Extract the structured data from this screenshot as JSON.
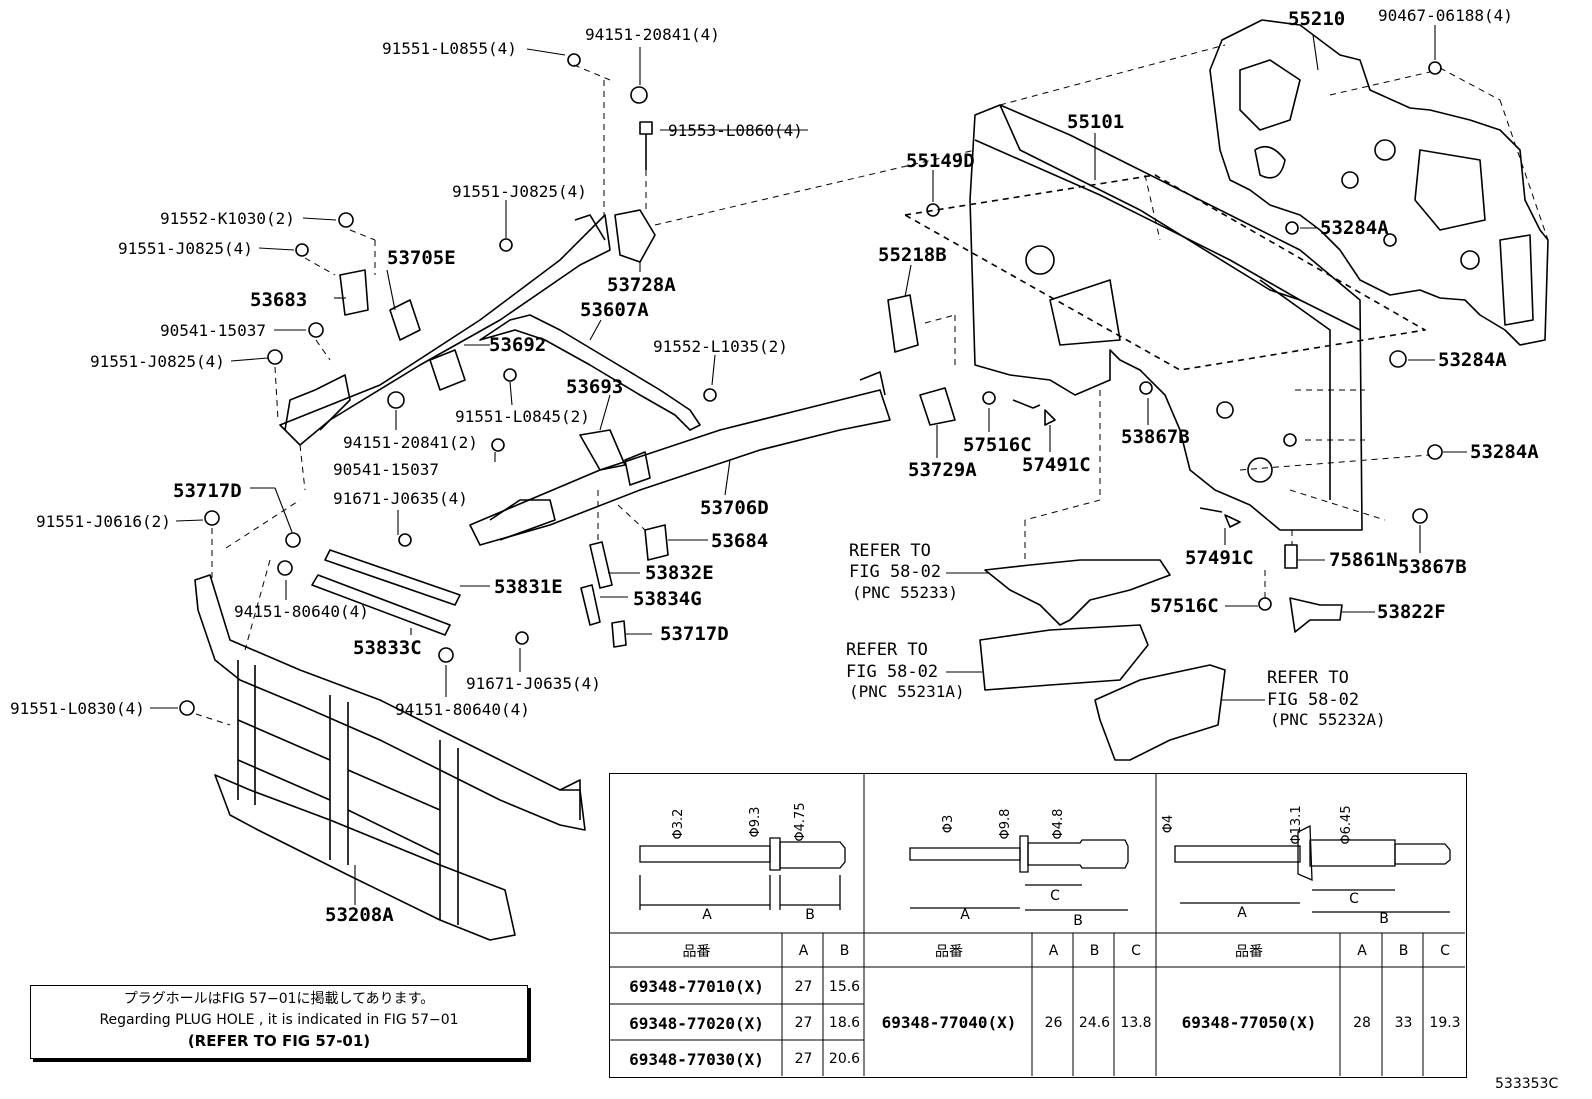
{
  "parts": {
    "p_91551_L0855": "91551-L0855(4)",
    "p_94151_20841_top": "94151-20841(4)",
    "p_91553_L0860": "91553-L0860(4)",
    "p_91551_J0825_a": "91551-J0825(4)",
    "p_91552_K1030": "91552-K1030(2)",
    "p_91551_J0825_b": "91551-J0825(4)",
    "p_53705E": "53705E",
    "p_53683": "53683",
    "p_90541_15037_a": "90541-15037",
    "p_91551_J0825_c": "91551-J0825(4)",
    "p_53728A": "53728A",
    "p_53607A": "53607A",
    "p_53692": "53692",
    "p_91552_L1035": "91552-L1035(2)",
    "p_53693": "53693",
    "p_91551_L0845": "91551-L0845(2)",
    "p_94151_20841_b": "94151-20841(2)",
    "p_90541_15037_b": "90541-15037",
    "p_53717D_a": "53717D",
    "p_91671_J0635_a": "91671-J0635(4)",
    "p_91551_J0616": "91551-J0616(2)",
    "p_53706D": "53706D",
    "p_53684": "53684",
    "p_53832E": "53832E",
    "p_53831E": "53831E",
    "p_94151_80640_a": "94151-80640(4)",
    "p_53834G": "53834G",
    "p_53833C": "53833C",
    "p_53717D_b": "53717D",
    "p_91671_J0635_b": "91671-J0635(4)",
    "p_91551_L0830": "91551-L0830(4)",
    "p_94151_80640_b": "94151-80640(4)",
    "p_53208A": "53208A",
    "p_55210": "55210",
    "p_90467_06188": "90467-06188(4)",
    "p_55101": "55101",
    "p_55149D": "55149D",
    "p_53284A_a": "53284A",
    "p_55218B": "55218B",
    "p_53284A_b": "53284A",
    "p_57516C_a": "57516C",
    "p_53729A": "53729A",
    "p_57491C_a": "57491C",
    "p_53867B_a": "53867B",
    "p_53284A_c": "53284A",
    "p_57491C_b": "57491C",
    "p_75861N": "75861N",
    "p_53867B_b": "53867B",
    "p_57516C_b": "57516C",
    "p_53822F": "53822F"
  },
  "refs": [
    {
      "l1": "REFER TO",
      "l2": "FIG 58-02",
      "l3": "(PNC 55233)"
    },
    {
      "l1": "REFER TO",
      "l2": "FIG 58-02",
      "l3": "(PNC 55231A)"
    },
    {
      "l1": "REFER TO",
      "l2": "FIG 58-02",
      "l3": "(PNC 55232A)"
    }
  ],
  "note": {
    "line1": "プラグホールはFIG 57−01に掲載してあります。",
    "line2": "Regarding PLUG HOLE , it is indicated in FIG 57−01",
    "line3": "(REFER TO FIG 57-01)"
  },
  "doc_id": "533353C",
  "rivet_table": {
    "dims": {
      "r1_d1": "Φ3.2",
      "r1_d2": "Φ9.3",
      "r1_d3": "Φ4.75",
      "r2_d1": "Φ3",
      "r2_d2": "Φ9.8",
      "r2_d3": "Φ4.8",
      "r3_d1": "Φ4",
      "r3_d2": "Φ13.1",
      "r3_d3": "Φ6.45",
      "A": "A",
      "B": "B",
      "C": "C"
    },
    "headers": {
      "part_no": "品番",
      "a": "A",
      "b": "B",
      "c": "C"
    },
    "group1": [
      {
        "part_no": "69348-77010(X)",
        "a": "27",
        "b": "15.6"
      },
      {
        "part_no": "69348-77020(X)",
        "a": "27",
        "b": "18.6"
      },
      {
        "part_no": "69348-77030(X)",
        "a": "27",
        "b": "20.6"
      }
    ],
    "group2": {
      "part_no": "69348-77040(X)",
      "a": "26",
      "b": "24.6",
      "c": "13.8"
    },
    "group3": {
      "part_no": "69348-77050(X)",
      "a": "28",
      "b": "33",
      "c": "19.3"
    }
  }
}
